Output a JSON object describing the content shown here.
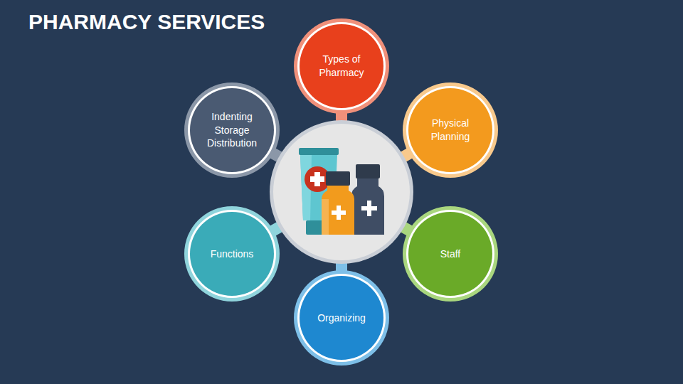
{
  "diagram": {
    "title": "PHARMACY SERVICES",
    "nodes": [
      {
        "text": [
          "Types of Pharmacy"
        ]
      },
      {
        "text": [
          "Physical Planning"
        ]
      },
      {
        "text": [
          "Staff"
        ]
      },
      {
        "text": [
          "Organizing"
        ]
      },
      {
        "text": [
          "Functions"
        ]
      },
      {
        "text": [
          "Indenting Storage Distribution"
        ]
      }
    ]
  }
}
